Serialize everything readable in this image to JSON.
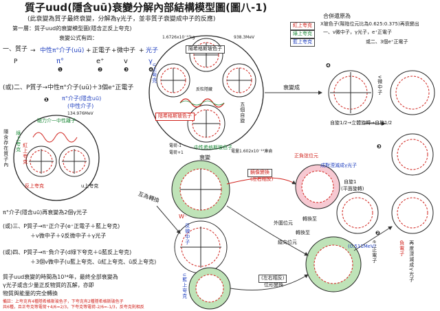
{
  "title": "質子uud(隱含uū)衰變分解內部結構模型圖(圖八-1)",
  "subtitle": "(此衰變為質子最終衰變，分解為γ光子，並非質子衰變成中子的反應)",
  "step1_header": "第一層：質子uud的衰變模型圖(隱含正反上夸克)",
  "formula_header": "衰變公式有四：",
  "formula1": {
    "prefix": "一、質子",
    "proton": "P",
    "arrow": "→",
    "pion": "中性π°介子(uū)",
    "plus1": "+",
    "positron": "正電子",
    "plus2": "+",
    "neutrino": "微中子",
    "plus3": "+",
    "photon": "光子",
    "sym_pion": "π°",
    "sym_e": "e⁺",
    "sym_v": "v",
    "sym_g": "γ",
    "n1": "❶",
    "n2": "❷",
    "n3": "❸",
    "n4": "❹"
  },
  "formula2": "(或)二、P質子→中性π°介子(uū)＋3個e⁺正電子",
  "pion_label": "π°介子(隱含uū)",
  "pion_label2": "(中性介子)",
  "pion_mass": "134.976MeV",
  "magnetic_label": "磁力介一中性離子",
  "hidden_label": "隱含存在質子內",
  "green_up": "綠上夸克",
  "red_up": "紅上夸克",
  "anti_up": "反上夸克",
  "u_up": "u上夸克",
  "formula2b": "π°介子(隱含uū)再衰變為2個γ光子",
  "formula3a": "(或)三、P質子→π⁺正介子(e⁺正電子＋藍上夸克)",
  "formula3b": "＋v微中子＋ṽ反微中子＋γ光子",
  "formula4a": "(或)四、P質子→π⁻負介子(d綠下夸克＋ū藍反上夸克)",
  "formula4b": "＋3個v微中子(u藍上夸克、ū紅上夸克、ū反上夸克)",
  "bottom_note1": "質子uud衰變的時間為10³⁴年，最終全部衰變為",
  "bottom_note2": "γ光子或含少量正反物質的瓦解，亦即",
  "bottom_note3": "物質與能量的完全轉換",
  "footnote1": "備註：上夸克有4種隱希格斯玻色子，下夸克有2種隱希格斯玻色子",
  "footnote2": "共6種，且正夸克等電荷+4/6=2/3，下夸克等電荷-2/6=-1/3，反夸克則相反",
  "top_mass_left": "1.6726x10⁻²⁷kg",
  "top_mass_right": "938.3MeV",
  "yang_higgs": "陽希格斯玻色子",
  "yin_higgs": "陰希格斯玻色子",
  "anti_higgs": "反粒隱藏",
  "center_label": "u上夸克",
  "five_label": "五個自旋",
  "neutral_label": "中性希格斯玻色子",
  "charge_label": "電量1.602x10⁻¹⁹庫侖",
  "charge_minus": "電荷-1",
  "charge_plus": "電荷+1",
  "decay_label": "衰變",
  "decay_to": "衰變成",
  "combined_title": "合併還原為",
  "combined_1": "X玻色子(陽陰位元比為0.625:0.375)再衰變出",
  "combined_2": "一、ν微中子，γ光子，e⁺正電子",
  "combined_3": "或二、3個e⁺正電子",
  "red_quark": "紅上夸克",
  "green_quark": "綠上夸克",
  "blue_quark": "藍上夸克",
  "neutrino_side": "ν微中子",
  "spin_half": "自旋1/2→立體旋轉→自旋1/2",
  "positive_string": "正負弦位元",
  "annihilate": "成對湮滅成γ光子",
  "mirror": "鏡像變換",
  "mirror_sub": "(左右相反)",
  "five_turn": "互為轉換",
  "w_boson": "W⁻",
  "anti_neutrino": "反微中子",
  "outer_pos": "外圍位元",
  "inner_pos": "縱向位元",
  "convert": "轉換至",
  "flip": "轉換至",
  "spin1": "自旋1",
  "spin1_sub": "(平面旋轉)",
  "electron_mass": "(0.511MeV)",
  "positron_side": "e⁺正電子",
  "rotate_phase": "(左右相反)",
  "phase_change": "位形變換",
  "u_blue": "u藍上夸克",
  "neg_side": "負電子",
  "reborn": "再度湮滅成γ光子",
  "num3": "❸",
  "num4": "❹",
  "num2": "❷",
  "num1": "❶",
  "figure_num": "一",
  "neutral_axis": "中性介子"
}
